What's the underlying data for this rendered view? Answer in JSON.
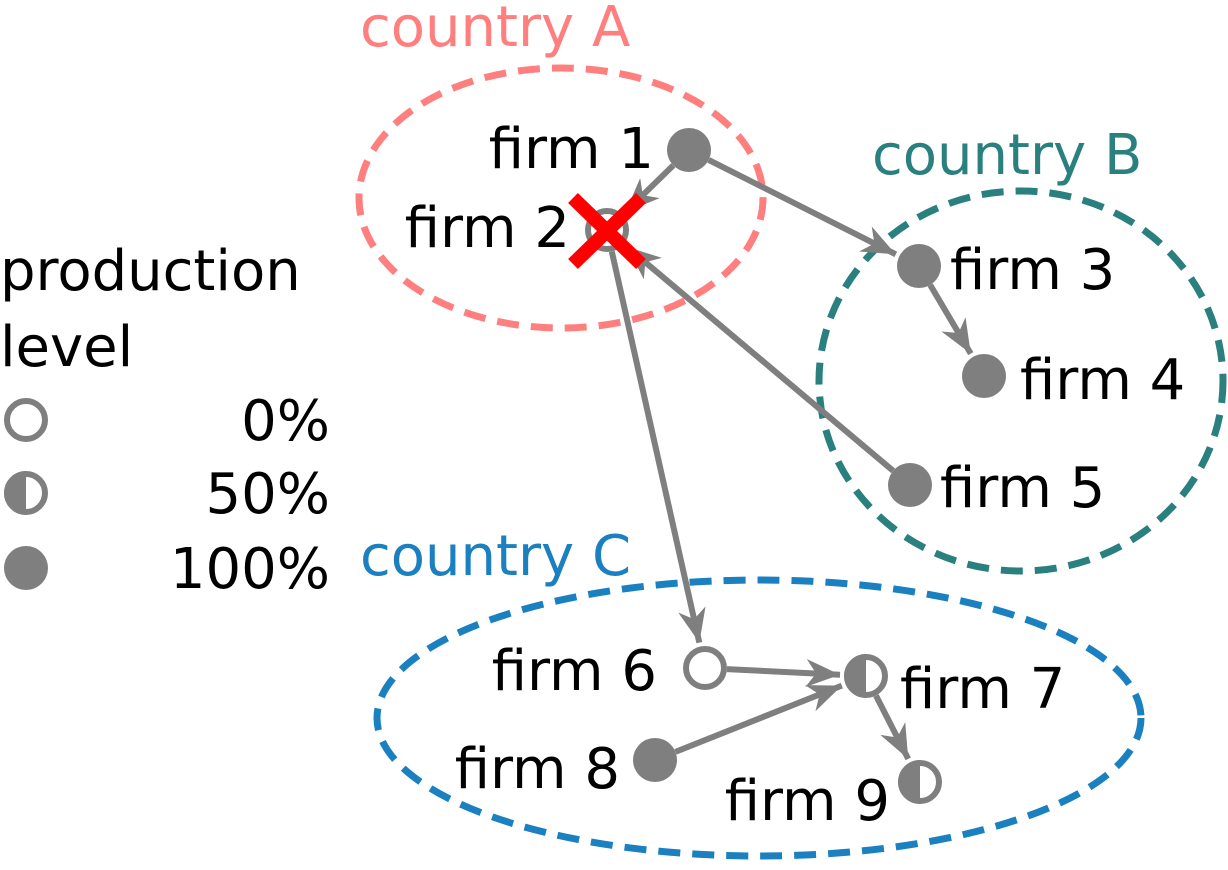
{
  "colors": {
    "country_a": "#ff7f7f",
    "country_b": "#2a7f7f",
    "country_c": "#1a80c0",
    "node": "#7f7f7f",
    "edge": "#7f7f7f",
    "failure_mark": "#ff0000",
    "text": "#000000"
  },
  "countries": [
    {
      "id": "A",
      "label": "country A",
      "color": "#ff7f7f"
    },
    {
      "id": "B",
      "label": "country B",
      "color": "#2a7f7f"
    },
    {
      "id": "C",
      "label": "country C",
      "color": "#1a80c0"
    }
  ],
  "firms": [
    {
      "id": 1,
      "label": "firm 1",
      "country": "A",
      "production": 100
    },
    {
      "id": 2,
      "label": "firm 2",
      "country": "A",
      "production": 0,
      "failed": true
    },
    {
      "id": 3,
      "label": "firm 3",
      "country": "B",
      "production": 100
    },
    {
      "id": 4,
      "label": "firm 4",
      "country": "B",
      "production": 100
    },
    {
      "id": 5,
      "label": "firm 5",
      "country": "B",
      "production": 100
    },
    {
      "id": 6,
      "label": "firm 6",
      "country": "C",
      "production": 0
    },
    {
      "id": 7,
      "label": "firm 7",
      "country": "C",
      "production": 50
    },
    {
      "id": 8,
      "label": "firm 8",
      "country": "C",
      "production": 100
    },
    {
      "id": 9,
      "label": "firm 9",
      "country": "C",
      "production": 50
    }
  ],
  "edges": [
    {
      "from": 1,
      "to": 2
    },
    {
      "from": 1,
      "to": 3
    },
    {
      "from": 3,
      "to": 4
    },
    {
      "from": 5,
      "to": 2
    },
    {
      "from": 2,
      "to": 6
    },
    {
      "from": 6,
      "to": 7
    },
    {
      "from": 8,
      "to": 7
    },
    {
      "from": 7,
      "to": 9
    }
  ],
  "legend": {
    "title_line1": "production",
    "title_line2": "level",
    "items": [
      {
        "label": "0%",
        "level": 0
      },
      {
        "label": "50%",
        "level": 50
      },
      {
        "label": "100%",
        "level": 100
      }
    ]
  }
}
